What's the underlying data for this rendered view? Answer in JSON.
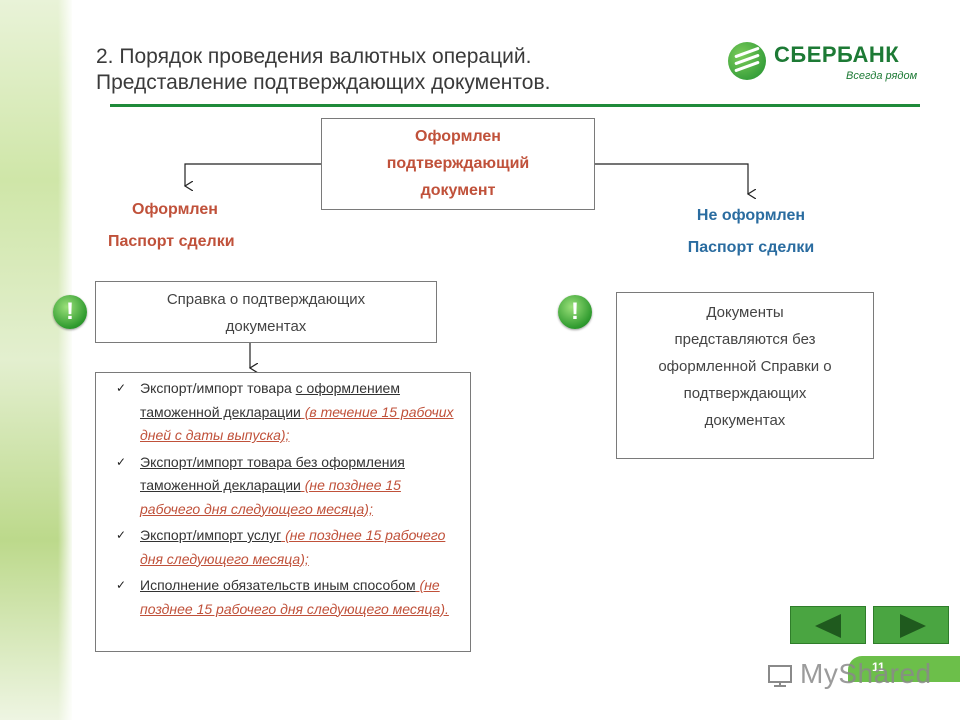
{
  "header": {
    "title_line1": "2. Порядок проведения валютных операций.",
    "title_line2": "Представление подтверждающих документов."
  },
  "logo": {
    "name": "СБЕРБАНК",
    "slogan": "Всегда рядом"
  },
  "top_box": {
    "line1": "Оформлен",
    "line2": "подтверждающий",
    "line3": "документ"
  },
  "left_branch": {
    "label_line1": "Оформлен",
    "label_line2": "Паспорт сделки",
    "box_line1": "Справка о подтверждающих",
    "box_line2": "документах",
    "items": [
      {
        "text1": " Экспорт/импорт товара ",
        "text2": "с оформлением таможенной декларации",
        "note": " (в течение 15 рабочих дней с даты выпуска);"
      },
      {
        "text1": "Экспорт/импорт товара без оформления таможенной декларации",
        "text2": "",
        "note": " (не позднее 15 рабочего дня следующего месяца);"
      },
      {
        "text1": "Экспорт/импорт услуг",
        "text2": "",
        "note": " (не позднее 15 рабочего дня следующего месяца);"
      },
      {
        "text1": "Исполнение обязательств иным способом",
        "text2": "",
        "note": " (не позднее 15 рабочего дня следующего месяца)."
      }
    ]
  },
  "right_branch": {
    "label_line1": "Не оформлен",
    "label_line2": "Паспорт сделки",
    "box_lines": [
      "Документы",
      "представляются без",
      "оформленной Справки о",
      "подтверждающих",
      "документах"
    ]
  },
  "icons": {
    "exclamation": "exclamation-icon",
    "check": "checkmark-icon",
    "prev": "prev-arrow-icon",
    "next": "next-arrow-icon"
  },
  "footer": {
    "page_number": "11",
    "watermark": "MyShared"
  },
  "colors": {
    "accent_green": "#1f8a3a",
    "orange_text": "#c0513a",
    "blue_text": "#2a6ca0"
  }
}
